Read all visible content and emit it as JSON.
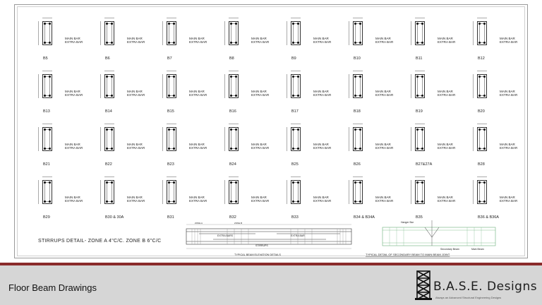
{
  "footer": {
    "title": "Floor Beam Drawings",
    "brand": "B.A.S.E. Designs",
    "tagline": "Always an Advanced Structural Engineering Designs"
  },
  "drawing": {
    "legend_main": "MAIN BAR",
    "legend_extra": "EXTRA BAR",
    "stirrups_note": "STIRRUPS DETAIL- ZONE A 4\"C/C. ZONE B 6\"C/C",
    "elevation": {
      "title": "TYPICAL BEAM ELEVATION DETAILS",
      "extra_bars": "EXTRA BARS",
      "extra_bar": "EXTRA BAR",
      "stirrups": "STIRRUPS",
      "zone_a": "ZONE A",
      "zone_b": "ZONE B"
    },
    "joint": {
      "title": "TYPICAL DETAIL OF SECONDARY BEAM TO MAIN BEAM JOINT",
      "hanger_bar": "Hanger Bar",
      "secondary_beam": "Secondary Beam",
      "main_beam": "Main Beam"
    },
    "rows": [
      [
        "B5",
        "B6",
        "B7",
        "B8",
        "B9",
        "B10",
        "B11",
        "B12"
      ],
      [
        "B13",
        "B14",
        "B15",
        "B16",
        "B17",
        "B18",
        "B19",
        "B20"
      ],
      [
        "B21",
        "B22",
        "B23",
        "B24",
        "B25",
        "B26",
        "B27&27A",
        "B28"
      ],
      [
        "B29",
        "B30 & 30A",
        "B31",
        "B32",
        "B33",
        "B34 & B34A",
        "B35",
        "B36 & B36A"
      ]
    ]
  }
}
